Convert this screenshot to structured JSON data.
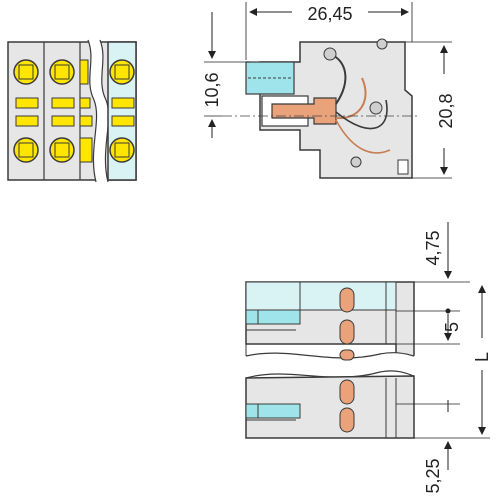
{
  "drawing": {
    "dimensions": {
      "overall_length": "26,45",
      "pin_height": "10,6",
      "overall_height": "20,8",
      "top_offset": "4,75",
      "pitch": "5",
      "length_symbol": "L",
      "bottom_offset": "5,25"
    },
    "colors": {
      "housing": "#e6e6e6",
      "outline": "#3a3a3a",
      "pin_insert": "#9fe4ea",
      "clamp_yellow": "#ffe500",
      "contact_copper": "#e9a27a",
      "end_cap_tint": "#d9f3f5"
    }
  }
}
